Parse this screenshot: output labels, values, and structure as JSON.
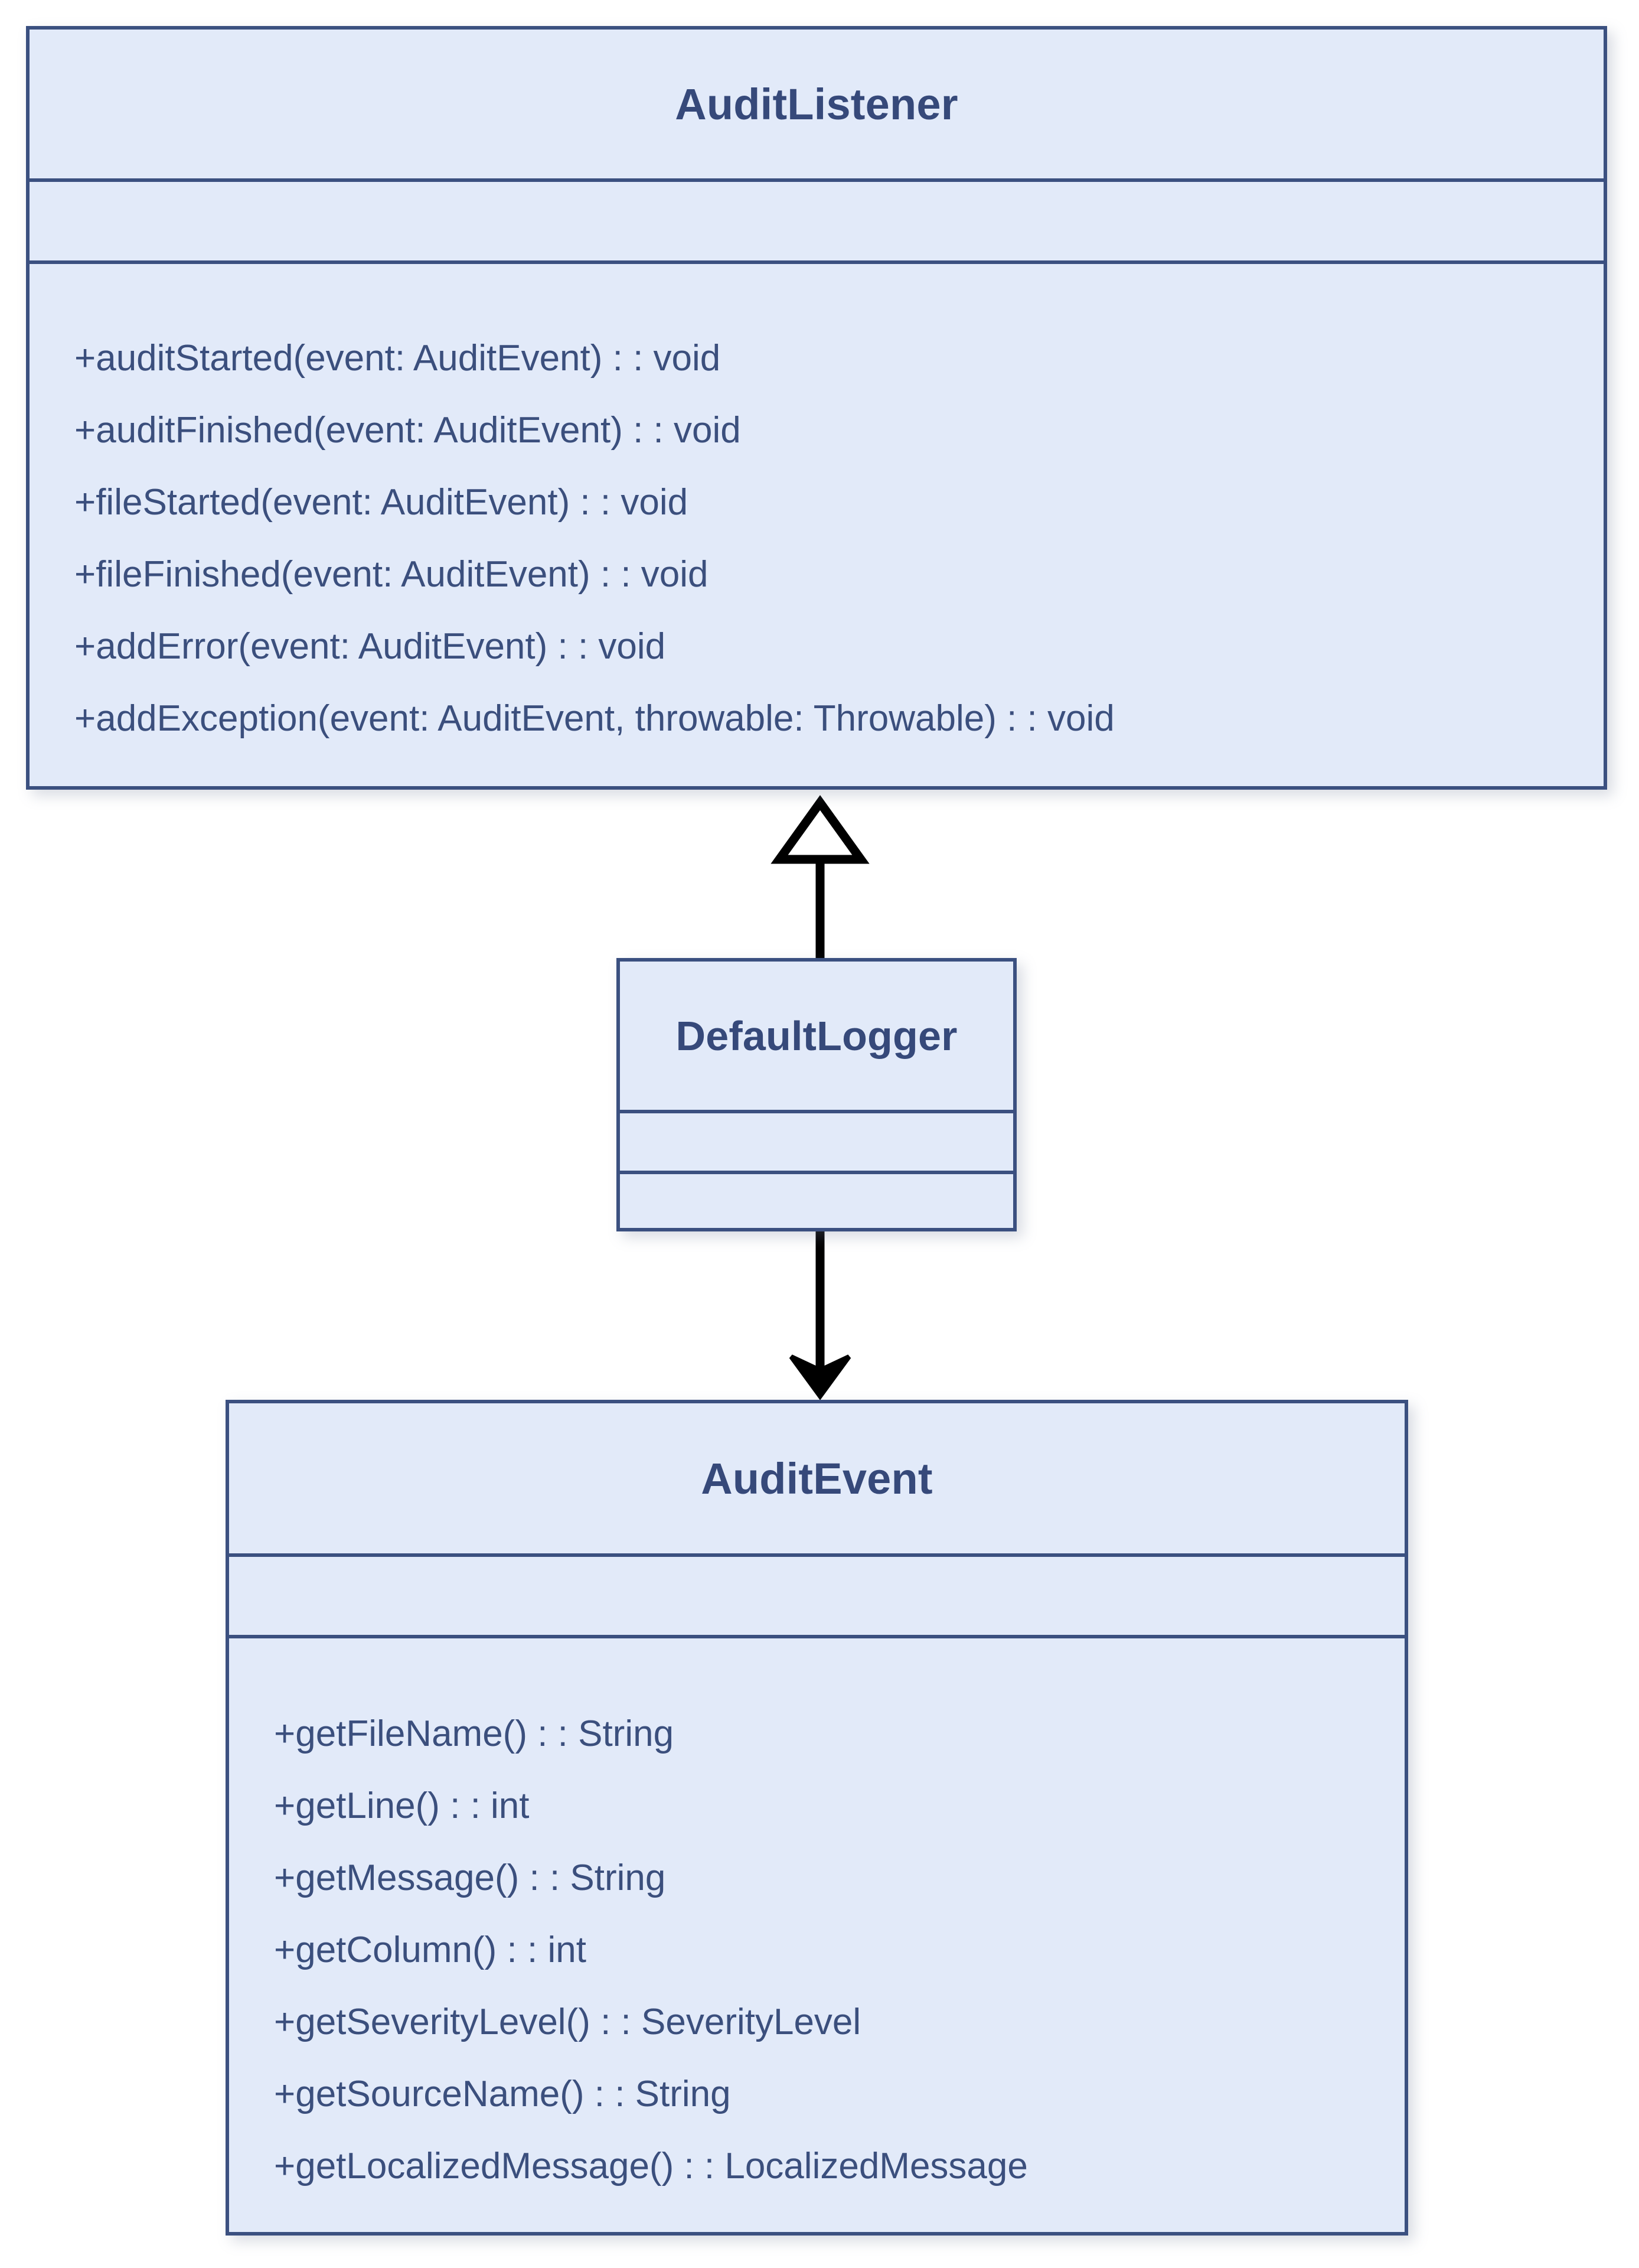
{
  "diagram": {
    "type": "uml-class-diagram",
    "background_color": "#ffffff",
    "class_fill_color": "#e2eaf9",
    "class_border_color": "#3b5080",
    "class_title_color": "#36497a",
    "member_text_color": "#3b4f7d",
    "connector_color": "#000000"
  },
  "classes": [
    {
      "id": "auditlistener",
      "name": "AuditListener",
      "attributes": [],
      "methods": [
        "+auditStarted(event: AuditEvent) : : void",
        "+auditFinished(event: AuditEvent) : : void",
        "+fileStarted(event: AuditEvent) : : void",
        "+fileFinished(event: AuditEvent) : : void",
        "+addError(event: AuditEvent) : : void",
        "+addException(event: AuditEvent, throwable: Throwable) : : void"
      ]
    },
    {
      "id": "defaultlogger",
      "name": "DefaultLogger",
      "attributes": [],
      "methods": []
    },
    {
      "id": "auditevent",
      "name": "AuditEvent",
      "attributes": [],
      "methods": [
        "+getFileName() : : String",
        "+getLine() : : int",
        "+getMessage() : : String",
        "+getColumn() : : int",
        "+getSeverityLevel() : : SeverityLevel",
        "+getSourceName() : : String",
        "+getLocalizedMessage() : : LocalizedMessage"
      ]
    }
  ],
  "relationships": [
    {
      "id": "generalization-defaultlogger-auditlistener",
      "kind": "generalization",
      "arrowhead": "hollow-triangle",
      "line": "solid",
      "from": "DefaultLogger",
      "to": "AuditListener",
      "label": ""
    },
    {
      "id": "association-defaultlogger-auditevent",
      "kind": "association",
      "arrowhead": "filled-arrow",
      "line": "solid",
      "from": "DefaultLogger",
      "to": "AuditEvent",
      "label": ""
    }
  ]
}
